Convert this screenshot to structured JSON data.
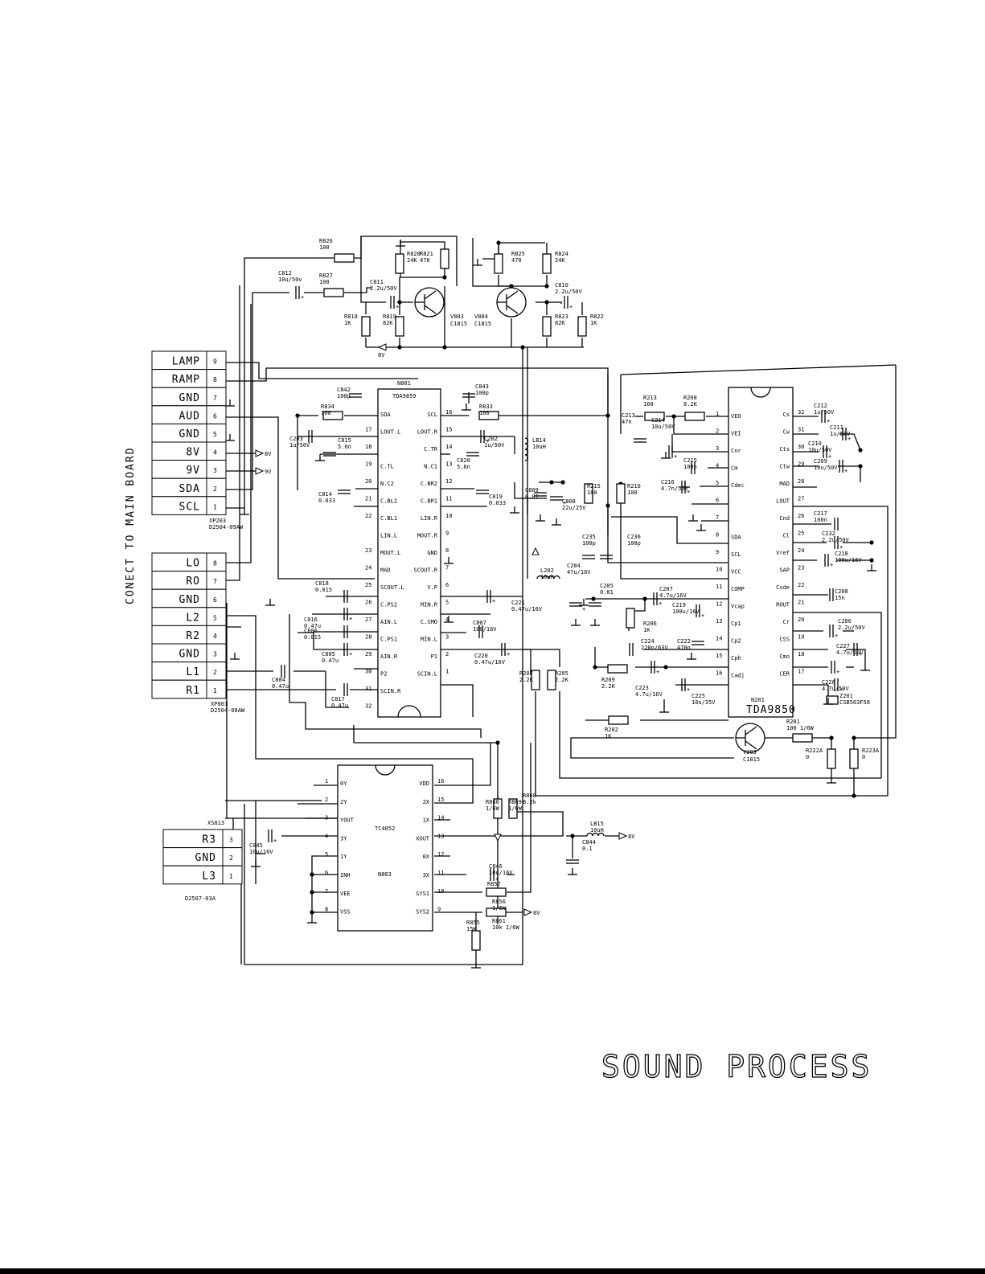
{
  "title": "SOUND PROCESS",
  "side_label": "CONECT TO MAIN BOARD",
  "connectors": [
    {
      "ref": "XP203",
      "part": "D2504-09AW",
      "pins": [
        {
          "label": "LAMP",
          "num": "9"
        },
        {
          "label": "RAMP",
          "num": "8"
        },
        {
          "label": "GND",
          "num": "7"
        },
        {
          "label": "AUD",
          "num": "6"
        },
        {
          "label": "GND",
          "num": "5"
        },
        {
          "label": "8V",
          "num": "4"
        },
        {
          "label": "9V",
          "num": "3"
        },
        {
          "label": "SDA",
          "num": "2"
        },
        {
          "label": "SCL",
          "num": "1"
        }
      ]
    },
    {
      "ref": "XP801",
      "part": "D2504-08AW",
      "pins": [
        {
          "label": "LO",
          "num": "8"
        },
        {
          "label": "RO",
          "num": "7"
        },
        {
          "label": "GND",
          "num": "6"
        },
        {
          "label": "L2",
          "num": "5"
        },
        {
          "label": "R2",
          "num": "4"
        },
        {
          "label": "GND",
          "num": "3"
        },
        {
          "label": "L1",
          "num": "2"
        },
        {
          "label": "R1",
          "num": "1"
        }
      ]
    },
    {
      "ref": "XS813",
      "part": "D2507-03A",
      "pins": [
        {
          "label": "R3",
          "num": "3"
        },
        {
          "label": "GND",
          "num": "2"
        },
        {
          "label": "L3",
          "num": "1"
        }
      ]
    }
  ],
  "ics": {
    "n801": {
      "ref": "N801",
      "part": "TDA9859",
      "left": [
        [
          "SDA",
          ""
        ],
        [
          "LOUT.L",
          "17"
        ],
        [
          "",
          "18"
        ],
        [
          "C.TL",
          "19"
        ],
        [
          "N.C2",
          "20"
        ],
        [
          "C.BL2",
          "21"
        ],
        [
          "C.BL1",
          "22"
        ],
        [
          "LIN.L",
          ""
        ],
        [
          "MOUT.L",
          "23"
        ],
        [
          "MAD",
          "24"
        ],
        [
          "SCOUT.L",
          "25"
        ],
        [
          "C.PS2",
          "26"
        ],
        [
          "AIN.L",
          "27"
        ],
        [
          "C.PS1",
          "28"
        ],
        [
          "AIN.R",
          "29"
        ],
        [
          "P2",
          "30"
        ],
        [
          "SCIN.R",
          "31"
        ],
        [
          "",
          "32"
        ]
      ],
      "right": [
        [
          "SCL",
          "16"
        ],
        [
          "LOUT.R",
          "15"
        ],
        [
          "C.TR",
          "14"
        ],
        [
          "N.C1",
          "13"
        ],
        [
          "C.BR2",
          "12"
        ],
        [
          "C.BR1",
          "11"
        ],
        [
          "LIN.R",
          "10"
        ],
        [
          "MOUT.R",
          "9"
        ],
        [
          "GND",
          "8"
        ],
        [
          "SCOUT.R",
          "7"
        ],
        [
          "V.P",
          "6"
        ],
        [
          "MIN.R",
          "5"
        ],
        [
          "C.SMO",
          "4"
        ],
        [
          "MIN.L",
          "3"
        ],
        [
          "P1",
          "2"
        ],
        [
          "SCIN.L",
          "1"
        ]
      ]
    },
    "n201": {
      "ref": "N201",
      "part": "TDA9850",
      "left": [
        [
          "VEO",
          "1"
        ],
        [
          "VEI",
          "2"
        ],
        [
          "Cnr",
          "3"
        ],
        [
          "Cm",
          "4"
        ],
        [
          "Cdec",
          "5"
        ],
        [
          "",
          "6"
        ],
        [
          "",
          "7"
        ],
        [
          "SDA",
          "8"
        ],
        [
          "SCL",
          "9"
        ],
        [
          "VCC",
          "10"
        ],
        [
          "COMP",
          "11"
        ],
        [
          "Vcap",
          "12"
        ],
        [
          "Cp1",
          "13"
        ],
        [
          "Cp2",
          "14"
        ],
        [
          "Cph",
          "15"
        ],
        [
          "Cadj",
          "16"
        ]
      ],
      "right": [
        [
          "Cs",
          "32"
        ],
        [
          "Cw",
          "31"
        ],
        [
          "Cts",
          "30"
        ],
        [
          "Ctw",
          "29"
        ],
        [
          "MAD",
          "28"
        ],
        [
          "LOUT",
          "27"
        ],
        [
          "Cnd",
          "26"
        ],
        [
          "Cl",
          "25"
        ],
        [
          "Vref",
          "24"
        ],
        [
          "SAP",
          "23"
        ],
        [
          "Csde",
          "22"
        ],
        [
          "ROUT",
          "21"
        ],
        [
          "Cr",
          "20"
        ],
        [
          "CSS",
          "19"
        ],
        [
          "Cmo",
          "18"
        ],
        [
          "CER",
          "17"
        ]
      ]
    },
    "n803": {
      "ref": "N803",
      "part": "TC4052",
      "left": [
        [
          "0Y",
          "1"
        ],
        [
          "2Y",
          "2"
        ],
        [
          "YOUT",
          "3"
        ],
        [
          "3Y",
          "4"
        ],
        [
          "1Y",
          "5"
        ],
        [
          "INH",
          "6"
        ],
        [
          "VEE",
          "7"
        ],
        [
          "VSS",
          "8"
        ]
      ],
      "right": [
        [
          "VDD",
          "16"
        ],
        [
          "2X",
          "15"
        ],
        [
          "1X",
          "14"
        ],
        [
          "XOUT",
          "13"
        ],
        [
          "0X",
          "12"
        ],
        [
          "3X",
          "11"
        ],
        [
          "SYS1",
          "10"
        ],
        [
          "SYS2",
          "9"
        ]
      ]
    }
  },
  "transistors": [
    {
      "ref": "V803",
      "part": "C1815"
    },
    {
      "ref": "V804",
      "part": "C1815"
    },
    {
      "ref": "V203",
      "part": "C1815"
    }
  ],
  "labels": [
    [
      "R826",
      "100"
    ],
    [
      "R827",
      "100"
    ],
    [
      "C812",
      "10u/50v"
    ],
    [
      "C811",
      "2.2u/50V"
    ],
    [
      "R818",
      "1K"
    ],
    [
      "R819",
      "82K"
    ],
    [
      "R820",
      "24K"
    ],
    [
      "R821",
      "470"
    ],
    [
      "R825",
      "470"
    ],
    [
      "R824",
      "24K"
    ],
    [
      "C810",
      "2.2u/50V"
    ],
    [
      "R823",
      "82K"
    ],
    [
      "R822",
      "1K"
    ],
    [
      "C842",
      "100p"
    ],
    [
      "C843",
      "100p"
    ],
    [
      "R834",
      "100"
    ],
    [
      "R833",
      "100"
    ],
    [
      "C203",
      "1u/50V"
    ],
    [
      "C202",
      "1u/50V"
    ],
    [
      "C815",
      "5.6n"
    ],
    [
      "C820",
      "5.6n"
    ],
    [
      "C814",
      "0.033"
    ],
    [
      "C819",
      "0.033"
    ],
    [
      "LB14",
      "10uH"
    ],
    [
      "C809",
      "0.01"
    ],
    [
      "C808",
      "22u/25V"
    ],
    [
      "C818",
      "0.015"
    ],
    [
      "C816",
      "0.47u"
    ],
    [
      "C806",
      "0.015"
    ],
    [
      "C805",
      "0.47u"
    ],
    [
      "C804",
      "0.47u"
    ],
    [
      "C817",
      "0.47u"
    ],
    [
      "C807",
      "100/16V"
    ],
    [
      "C221",
      "0.47u/16V"
    ],
    [
      "C220",
      "0.47u/16V"
    ],
    [
      "R207",
      "2.2K"
    ],
    [
      "R205",
      "2.2K"
    ],
    [
      "R213",
      "160"
    ],
    [
      "R208",
      "8.2K"
    ],
    [
      "C213",
      "47n"
    ],
    [
      "C214",
      "10u/50V"
    ],
    [
      "C215",
      "100n"
    ],
    [
      "C216",
      "4.7n/50V"
    ],
    [
      "R215",
      "100"
    ],
    [
      "R216",
      "100"
    ],
    [
      "C235",
      "100p"
    ],
    [
      "C236",
      "100p"
    ],
    [
      "L202",
      "10uH"
    ],
    [
      "C204",
      "47u/16V"
    ],
    [
      "C205",
      "0.01"
    ],
    [
      "C207",
      "4.7u/16V"
    ],
    [
      "R206",
      "1K"
    ],
    [
      "C219",
      "100u/16V"
    ],
    [
      "C224",
      "220n/63V"
    ],
    [
      "C222",
      "470n"
    ],
    [
      "R209",
      "2.2K"
    ],
    [
      "C223",
      "4.7u/16V"
    ],
    [
      "C225",
      "10u/35V"
    ],
    [
      "R202",
      "1K"
    ],
    [
      "R201",
      "100 1/6W"
    ],
    [
      "R222A",
      "0"
    ],
    [
      "R223A",
      "0"
    ],
    [
      "C212",
      "1u/50V"
    ],
    [
      "C211",
      "1u/50V"
    ],
    [
      "C210",
      "10u/50V"
    ],
    [
      "C209",
      "10u/50V"
    ],
    [
      "C217",
      "100n"
    ],
    [
      "C232",
      "2.2u/50V"
    ],
    [
      "C218",
      "100u/16V"
    ],
    [
      "C208",
      "15n"
    ],
    [
      "C206",
      "2.2u/50V"
    ],
    [
      "C227",
      "4.7u/50V"
    ],
    [
      "C226",
      "4.7u/50V"
    ],
    [
      "Z201",
      "CSB503F58"
    ],
    [
      "C845",
      "10u/16V"
    ],
    [
      "LB15",
      "10uH"
    ],
    [
      "C844",
      "0.1"
    ],
    [
      "C846",
      "10u/16V"
    ],
    [
      "R857",
      ""
    ],
    [
      "R856",
      "1/6W"
    ],
    [
      "R860",
      "1/6W"
    ],
    [
      "R869",
      "1/6W"
    ],
    [
      "R868",
      "8.2k"
    ],
    [
      "R855",
      "15K"
    ],
    [
      "R861",
      "10k 1/6W"
    ]
  ],
  "supply": {
    "v8": "8V",
    "v9": "9V"
  }
}
